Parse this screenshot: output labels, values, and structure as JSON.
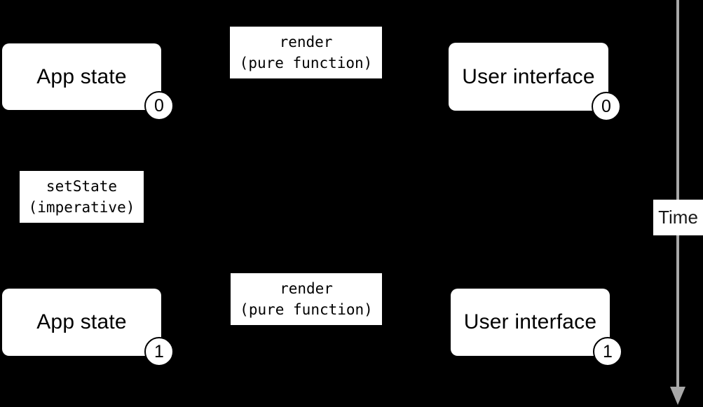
{
  "colors": {
    "background": "#000000",
    "node_background": "#ffffff",
    "node_text": "#000000",
    "time_arrow": "#a8a8a8"
  },
  "nodes": {
    "app_state_0": {
      "label": "App state",
      "version": "0"
    },
    "render_0": {
      "title": "render",
      "subtitle": "(pure function)"
    },
    "user_interface_0": {
      "label": "User interface",
      "version": "0"
    },
    "set_state": {
      "title": "setState",
      "subtitle": "(imperative)"
    },
    "app_state_1": {
      "label": "App state",
      "version": "1"
    },
    "render_1": {
      "title": "render",
      "subtitle": "(pure function)"
    },
    "user_interface_1": {
      "label": "User interface",
      "version": "1"
    }
  },
  "time_axis": {
    "label": "Time"
  }
}
